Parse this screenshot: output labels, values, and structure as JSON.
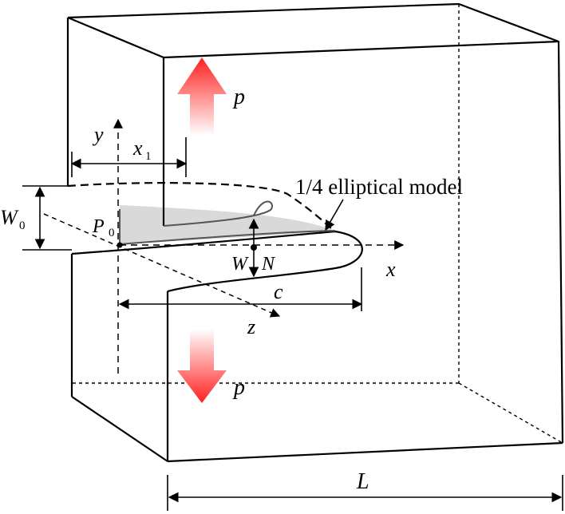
{
  "labels": {
    "load_top": "p",
    "load_bottom": "p",
    "axis_y": "y",
    "axis_x": "x",
    "axis_z": "z",
    "x1_main": "x",
    "x1_sub": "1",
    "w0_main": "W",
    "w0_sub": "0",
    "p0_main": "P",
    "p0_sub": "0",
    "w_label": "W",
    "n_label": "N",
    "c_label": "c",
    "l_label": "L",
    "model_label": "1/4  elliptical model"
  },
  "colors": {
    "arrow_red": "#ff2020",
    "shade": "#d9d9d9",
    "line": "#000000",
    "crack_line": "#444444"
  }
}
